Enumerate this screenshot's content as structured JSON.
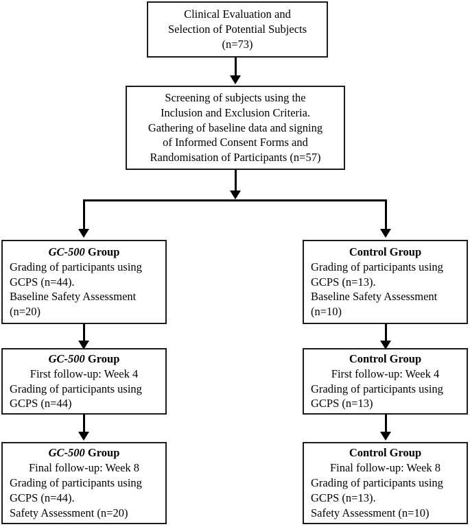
{
  "diagram": {
    "type": "flowchart",
    "title": "Clinical trial participant flow diagram",
    "nodes": [
      {
        "id": "enrollment",
        "title": null,
        "lines": [
          "Clinical Evaluation and",
          "Selection of Potential Subjects",
          "(n=73)"
        ],
        "n": 73,
        "align": "center"
      },
      {
        "id": "screening",
        "title": null,
        "lines": [
          "Screening of subjects using the",
          "Inclusion and Exclusion Criteria.",
          "Gathering of baseline data and signing",
          "of Informed Consent Forms and",
          "Randomisation of Participants (n=57)"
        ],
        "n": 57,
        "align": "center"
      },
      {
        "id": "gc500-baseline",
        "title_brand": "GC-500",
        "title_rest": " Group",
        "lines_center": [],
        "lines_left": [
          "Grading of participants using",
          "GCPS (n=44).",
          "Baseline Safety Assessment",
          "(n=20)"
        ]
      },
      {
        "id": "control-baseline",
        "title_brand": "",
        "title_rest": "Control Group",
        "lines_center": [],
        "lines_left": [
          "Grading of participants using",
          "GCPS (n=13).",
          "Baseline Safety Assessment",
          "(n=10)"
        ]
      },
      {
        "id": "gc500-week4",
        "title_brand": "GC-500",
        "title_rest": " Group",
        "lines_center": [
          "First follow-up: Week 4"
        ],
        "lines_left": [
          "Grading of participants using",
          "GCPS (n=44)"
        ]
      },
      {
        "id": "control-week4",
        "title_brand": "",
        "title_rest": "Control Group",
        "lines_center": [
          "First follow-up: Week 4"
        ],
        "lines_left": [
          "Grading of participants using",
          "GCPS (n=13)"
        ]
      },
      {
        "id": "gc500-week8",
        "title_brand": "GC-500",
        "title_rest": " Group",
        "lines_center": [
          "Final follow-up: Week 8"
        ],
        "lines_left": [
          "Grading of participants using",
          "GCPS (n=44).",
          "Safety Assessment (n=20)"
        ]
      },
      {
        "id": "control-week8",
        "title_brand": "",
        "title_rest": "Control Group",
        "lines_center": [
          "Final follow-up: Week 8"
        ],
        "lines_left": [
          "Grading of participants using",
          "GCPS (n=13).",
          "Safety Assessment (n=10)"
        ]
      }
    ],
    "colors": {
      "border": "#1a1a1a",
      "connector": "#000000",
      "background": "#ffffff",
      "text": "#000000"
    }
  }
}
